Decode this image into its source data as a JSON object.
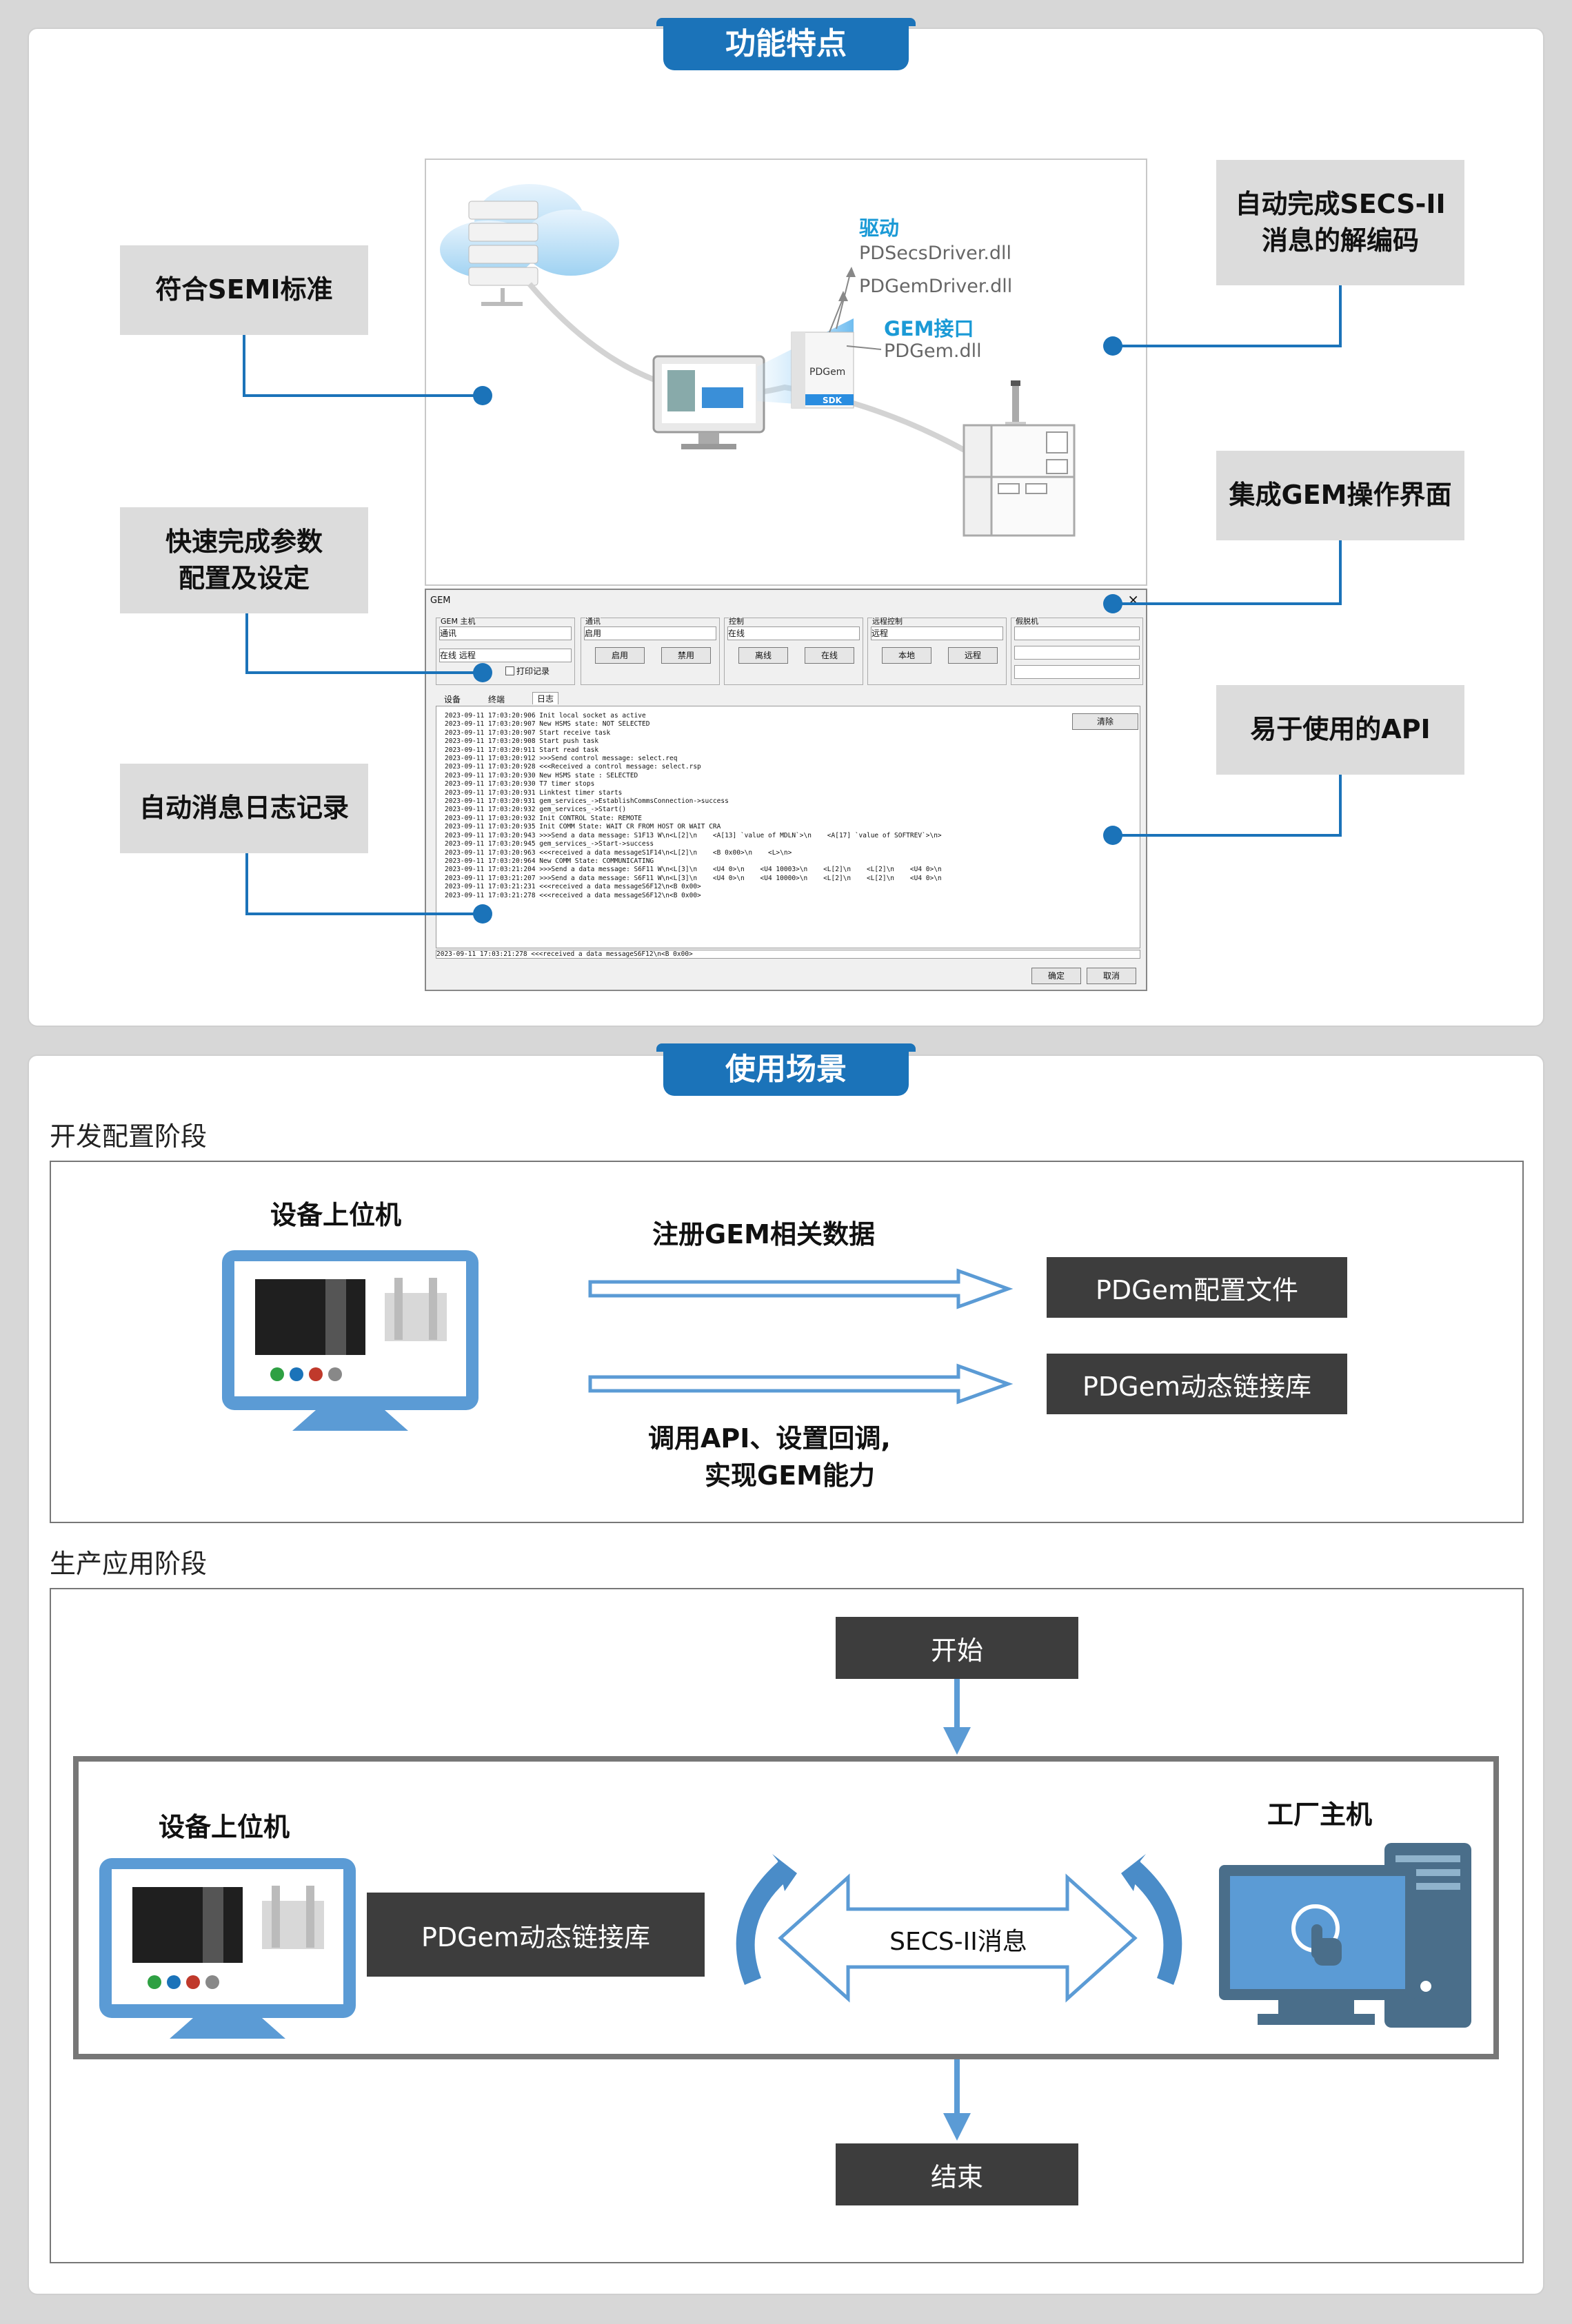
{
  "features": {
    "title": "功能特点",
    "semi_standard": "符合SEMI标准",
    "quick_config": "快速完成参数配置及设定",
    "auto_log": "自动消息日志记录",
    "auto_secs": "自动完成SECS-II消息的解编码",
    "gem_ui": "集成GEM操作界面",
    "easy_api": "易于使用的API",
    "driver_title": "驱动",
    "driver_files": [
      "PDSecsDriver.dll",
      "PDGemDriver.dll"
    ],
    "gem_iface_title": "GEM接口",
    "gem_iface_file": "PDGem.dll",
    "box_label": "PDGem",
    "box_tag": "SDK"
  },
  "gem_window": {
    "title": "GEM",
    "close": "×",
    "groups": [
      {
        "title": "GEM 主机",
        "field1": "通讯",
        "field2": "在线 远程",
        "checkbox": "打印记录"
      },
      {
        "title": "通讯",
        "field1": "启用",
        "buttons": [
          "启用",
          "禁用"
        ]
      },
      {
        "title": "控制",
        "field1": "在线",
        "buttons": [
          "离线",
          "在线"
        ]
      },
      {
        "title": "远程控制",
        "field1": "远程",
        "buttons": [
          "本地",
          "远程"
        ]
      },
      {
        "title": "假脱机",
        "field1": ""
      }
    ],
    "tabs": [
      "设备",
      "终端",
      "日志"
    ],
    "clear_button": "清除",
    "log_lines": [
      "2023-09-11 17:03:20:906 Init local socket as active",
      "2023-09-11 17:03:20:907 New HSMS state: NOT SELECTED",
      "2023-09-11 17:03:20:907 Start receive task",
      "2023-09-11 17:03:20:908 Start push task",
      "2023-09-11 17:03:20:911 Start read task",
      "2023-09-11 17:03:20:912 >>>Send control message: select.req",
      "2023-09-11 17:03:20:928 <<<Received a control message: select.rsp",
      "2023-09-11 17:03:20:930 New HSMS state : SELECTED",
      "2023-09-11 17:03:20:930 T7 timer stops",
      "2023-09-11 17:03:20:931 Linktest timer starts",
      "2023-09-11 17:03:20:931 gem_services_->EstablishCommsConnection->success",
      "2023-09-11 17:03:20:932 gem_services_->Start()",
      "2023-09-11 17:03:20:932 Init CONTROL State: REMOTE",
      "2023-09-11 17:03:20:935 Init COMM State: WAIT CR FROM HOST OR WAIT CRA",
      "2023-09-11 17:03:20:943 >>>Send a data message: S1F13 W\\n<L[2]\\n    <A[13] `value of MDLN`>\\n    <A[17] `value of SOFTREV`>\\n>",
      "2023-09-11 17:03:20:945 gem_services_->Start->success",
      "2023-09-11 17:03:20:963 <<<received a data messageS1F14\\n<L[2]\\n    <B 0x00>\\n    <L>\\n>",
      "2023-09-11 17:03:20:964 New COMM State: COMMUNICATING",
      "2023-09-11 17:03:21:204 >>>Send a data message: S6F11 W\\n<L[3]\\n    <U4 0>\\n    <U4 10003>\\n    <L[2]\\n    <L[2]\\n    <U4 0>\\n",
      "2023-09-11 17:03:21:207 >>>Send a data message: S6F11 W\\n<L[3]\\n    <U4 0>\\n    <U4 10000>\\n    <L[2]\\n    <L[2]\\n    <U4 0>\\n",
      "2023-09-11 17:03:21:231 <<<received a data messageS6F12\\n<B 0x00>",
      "2023-09-11 17:03:21:278 <<<received a data messageS6F12\\n<B 0x00>"
    ],
    "status_line": "2023-09-11 17:03:21:278 <<<received a data messageS6F12\\n<B 0x00>",
    "ok_button": "确定",
    "cancel_button": "取消"
  },
  "scenarios": {
    "title": "使用场景",
    "dev_stage": "开发配置阶段",
    "equipment_host": "设备上位机",
    "register_text": "注册GEM相关数据",
    "config_file": "PDGem配置文件",
    "dll": "PDGem动态链接库",
    "call_api_line1": "调用API、设置回调,",
    "call_api_line2": "实现GEM能力",
    "prod_stage": "生产应用阶段",
    "start": "开始",
    "end": "结束",
    "equipment_host2": "设备上位机",
    "factory_host": "工厂主机",
    "dll2": "PDGem动态链接库",
    "secs_msg": "SECS-II消息"
  },
  "colors": {
    "accent": "#1b73b9",
    "dark_box": "#3d3d3d",
    "gray_box": "#dcdcdc",
    "arrow_blue": "#5b9bd5"
  }
}
